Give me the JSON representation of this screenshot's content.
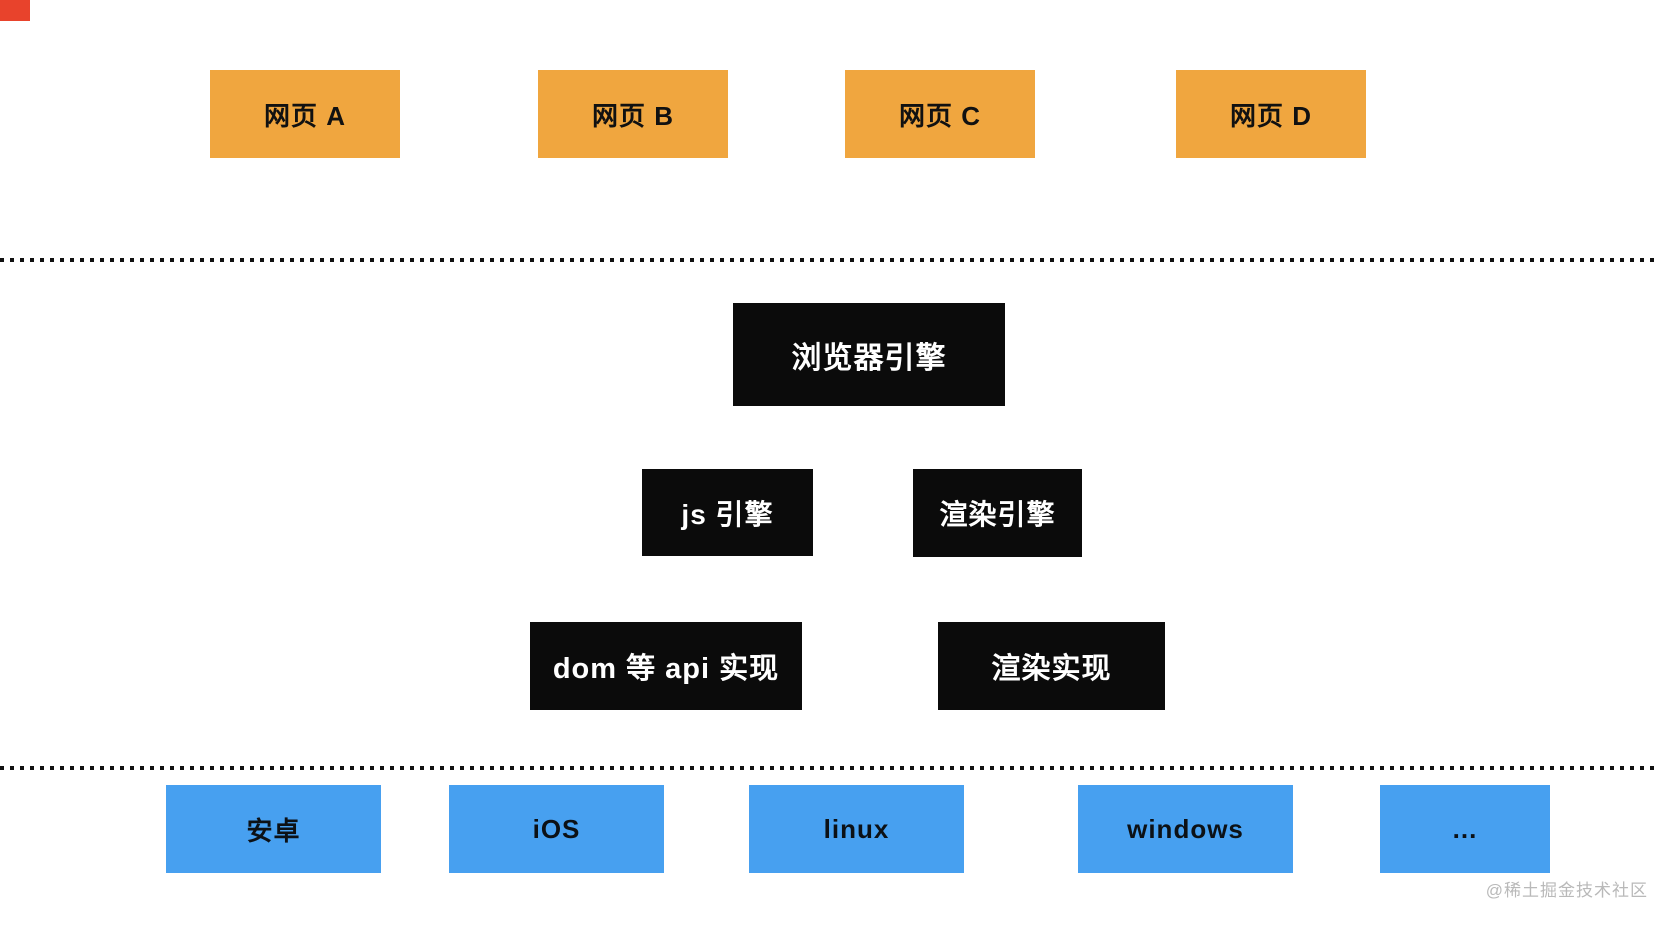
{
  "diagram": {
    "webpages": [
      {
        "label": "网页 A"
      },
      {
        "label": "网页 B"
      },
      {
        "label": "网页 C"
      },
      {
        "label": "网页 D"
      }
    ],
    "engine_layer": {
      "browser_engine": "浏览器引擎",
      "js_engine": "js 引擎",
      "render_engine": "渲染引擎",
      "dom_api_impl": "dom 等 api 实现",
      "render_impl": "渲染实现"
    },
    "platforms": [
      {
        "label": "安卓"
      },
      {
        "label": "iOS"
      },
      {
        "label": "linux"
      },
      {
        "label": "windows"
      },
      {
        "label": "..."
      }
    ],
    "watermark": "@稀土掘金技术社区",
    "colors": {
      "webpage_box": "#f0a63f",
      "engine_box": "#0b0b0b",
      "platform_box": "#47a0f0",
      "dotted_line": "#111111",
      "corner_mark": "#e8432c",
      "watermark_text": "#b9b9b9"
    }
  }
}
